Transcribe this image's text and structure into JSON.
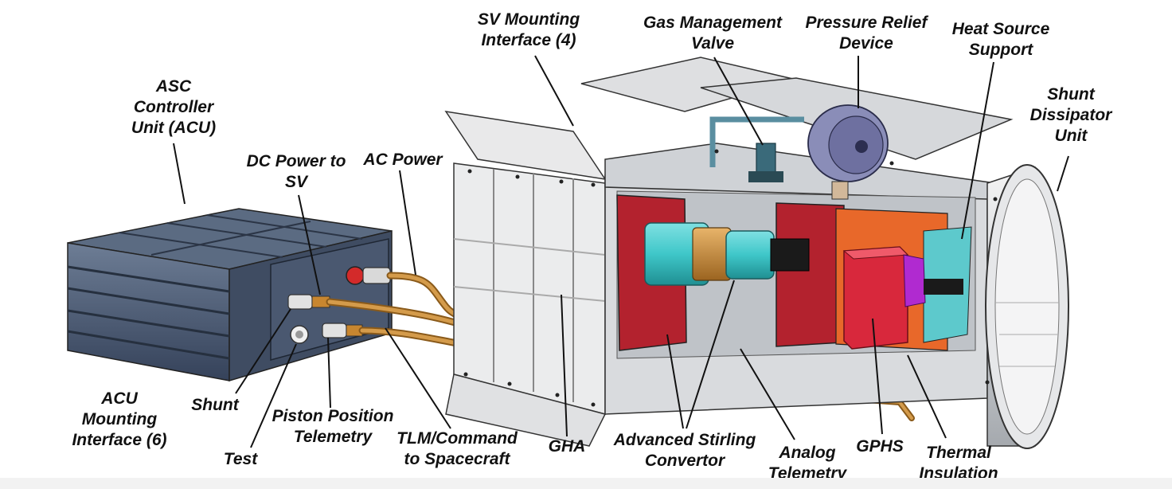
{
  "labels": {
    "asc_controller_unit": [
      "ASC",
      "Controller",
      "Unit (ACU)"
    ],
    "dc_power_to_sv": [
      "DC Power to",
      "SV"
    ],
    "ac_power": [
      "AC Power"
    ],
    "sv_mounting_interface": [
      "SV Mounting",
      "Interface (4)"
    ],
    "gas_management_valve": [
      "Gas Management",
      "Valve"
    ],
    "pressure_relief_device": [
      "Pressure Relief",
      "Device"
    ],
    "heat_source_support": [
      "Heat Source",
      "Support"
    ],
    "shunt_dissipator_unit": [
      "Shunt",
      "Dissipator",
      "Unit"
    ],
    "acu_mounting_interface": [
      "ACU",
      "Mounting",
      "Interface (6)"
    ],
    "shunt": [
      "Shunt"
    ],
    "test": [
      "Test"
    ],
    "piston_position_telemetry": [
      "Piston Position",
      "Telemetry"
    ],
    "tlm_command": [
      "TLM/Command",
      "to Spacecraft"
    ],
    "gha": [
      "GHA"
    ],
    "advanced_stirling_convertor": [
      "Advanced Stirling",
      "Convertor"
    ],
    "analog_telemetry": [
      "Analog",
      "Telemetry"
    ],
    "gphs": [
      "GPHS"
    ],
    "thermal_insulation": [
      "Thermal",
      "Insulation"
    ]
  },
  "colors": {
    "acu_body": "#4a5a70",
    "housing": "#c9cdd2",
    "fin": "#e6e7e9",
    "red_flange": "#b3222e",
    "convertor": "#3fc7c9",
    "gphs": "#d8283c",
    "orange": "#e8682a",
    "copper": "#c8862f",
    "magenta": "#b02ad0",
    "prd": "#8a8db8"
  }
}
